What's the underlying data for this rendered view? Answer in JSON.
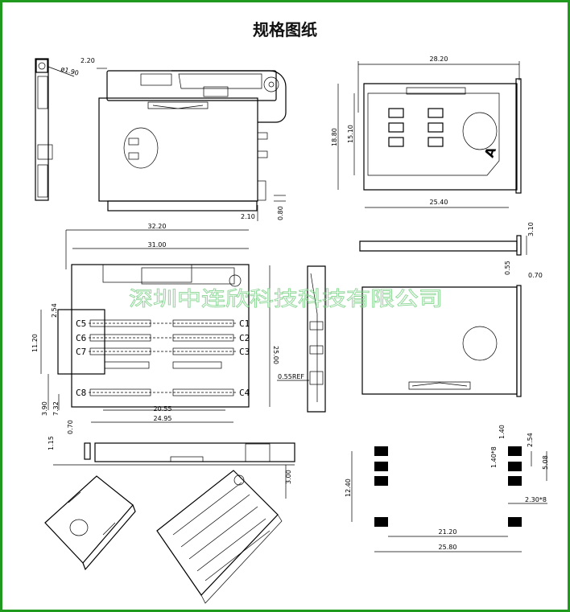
{
  "title": "规格图纸",
  "watermark": "深圳中连欣科技科技有限公司",
  "top_left_view": {
    "dim_2_20": "2.20",
    "dim_dia_1_90": "ø1.90",
    "dim_2_10": "2.10",
    "dim_0_80": "0.80"
  },
  "top_right_view": {
    "dim_28_20": "28.20",
    "dim_18_80": "18.80",
    "dim_15_10": "15.10",
    "dim_25_40": "25.40",
    "card_mark": "A"
  },
  "middle_left_view": {
    "dim_32_20": "32.20",
    "dim_31_00": "31.00",
    "dim_2_54": "2.54",
    "dim_11_20": "11.20",
    "dim_25_00": "25.00",
    "dim_3_90": "3.90",
    "dim_7_32": "7.32",
    "dim_20_55": "20.55",
    "dim_24_95": "24.95",
    "contacts_left": [
      "C5",
      "C6",
      "C7",
      "C8"
    ],
    "contacts_right": [
      "C1",
      "C2",
      "C3",
      "C4"
    ],
    "dim_0_55_ref": "0.55REF"
  },
  "bottom_side_view": {
    "dim_0_70": "0.70",
    "dim_1_15": "1.15",
    "dim_3_00": "3.00"
  },
  "tray_view": {
    "dim_3_10": "3.10",
    "dim_0_55": "0.55",
    "dim_0_70": "0.70"
  },
  "footprint": {
    "dim_12_40": "12.40",
    "dim_1_40": "1.40",
    "dim_1_40x8": "1.40*8",
    "dim_2_54": "2.54",
    "dim_5_08": "5.08",
    "dim_2_30x8": "2.30*8",
    "dim_21_20": "21.20",
    "dim_25_80": "25.80"
  }
}
